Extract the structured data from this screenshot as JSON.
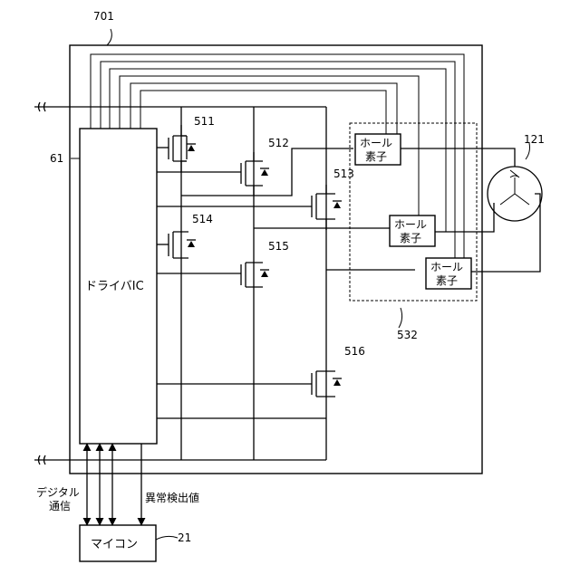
{
  "board": {
    "ref": "701"
  },
  "driver_ic": {
    "ref": "61",
    "label": "ドライバIC"
  },
  "microcomputer": {
    "ref": "21",
    "label": "マイコン"
  },
  "transistors": [
    {
      "ref": "511"
    },
    {
      "ref": "512"
    },
    {
      "ref": "513"
    },
    {
      "ref": "514"
    },
    {
      "ref": "515"
    },
    {
      "ref": "516"
    }
  ],
  "hall_sensors": {
    "group_ref": "532",
    "items": [
      {
        "line1": "ホール",
        "line2": "素子"
      },
      {
        "line1": "ホール",
        "line2": "素子"
      },
      {
        "line1": "ホール",
        "line2": "素子"
      }
    ]
  },
  "motor": {
    "ref": "121"
  },
  "signals": {
    "digital_line1": "デジタル",
    "digital_line2": "通信",
    "abnormal": "異常検出値"
  }
}
